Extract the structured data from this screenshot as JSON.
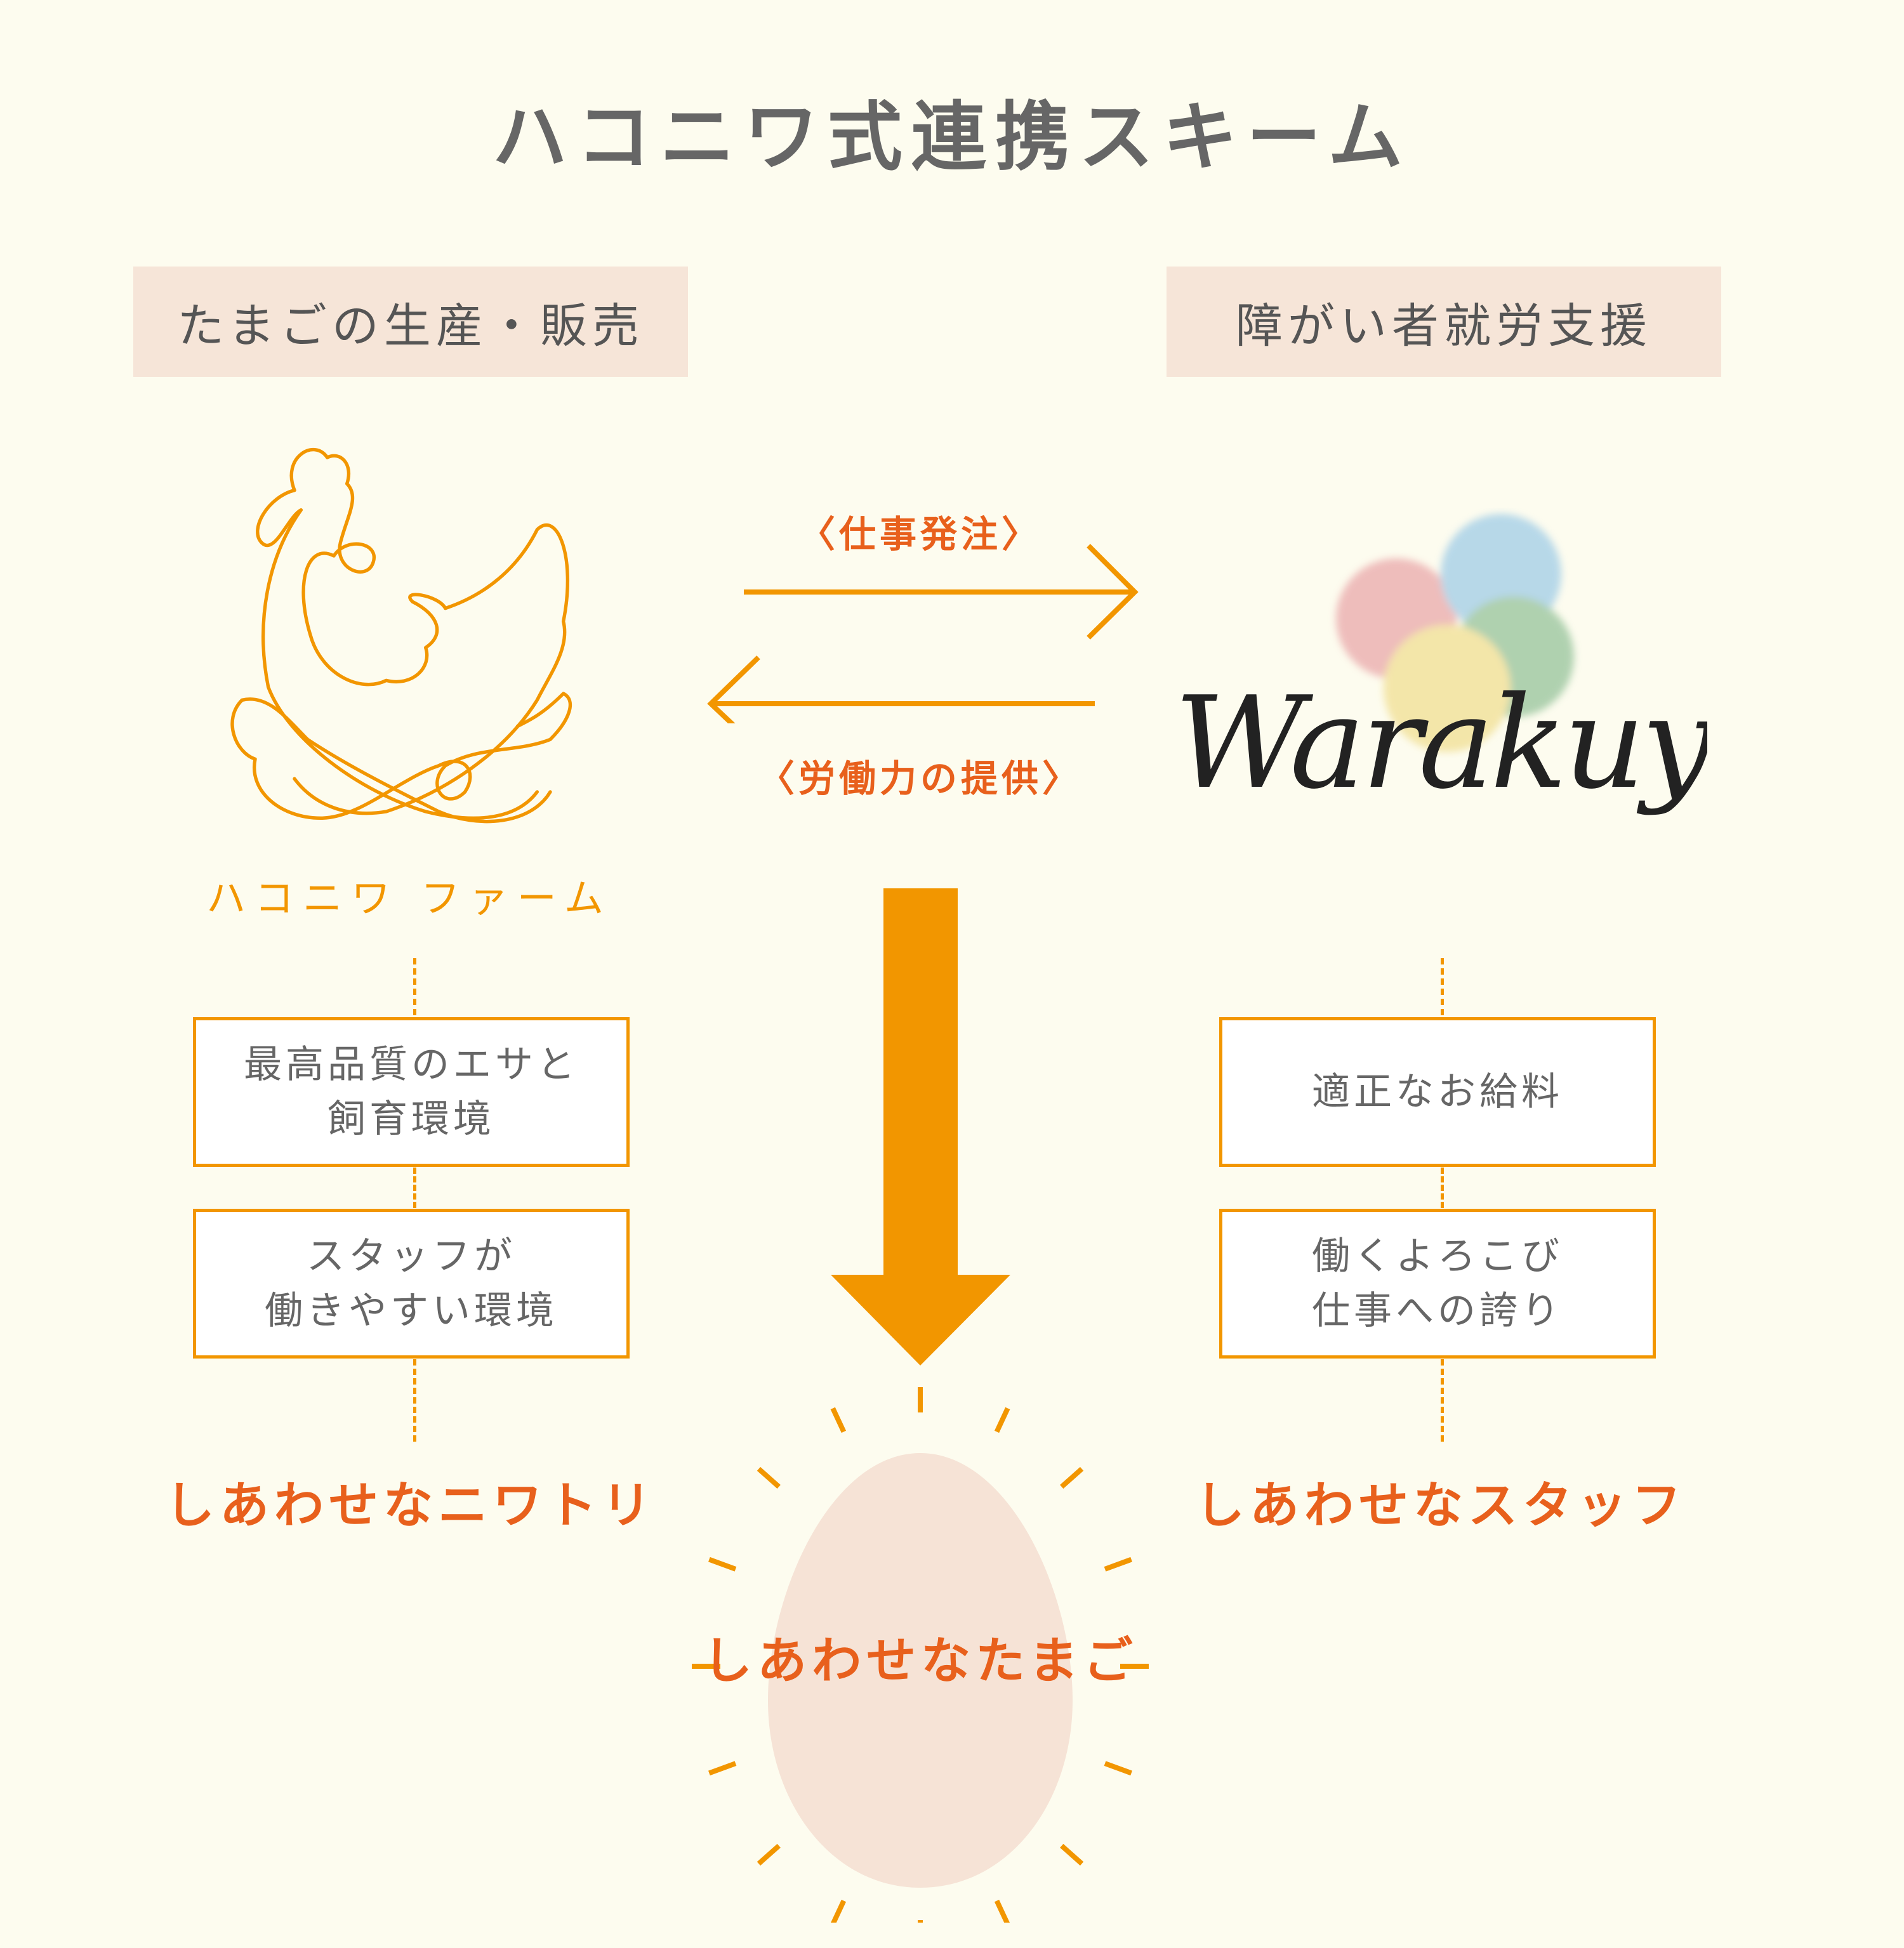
{
  "title": "ハコニワ式連携スキーム",
  "left": {
    "category": "たまごの生産・販売",
    "logo_name": "ハコニワ ファーム",
    "boxes": [
      {
        "line1": "最高品質のエサと",
        "line2": "飼育環境"
      },
      {
        "line1": "スタッフが",
        "line2": "働きやすい環境"
      }
    ],
    "result": "しあわせなニワトリ"
  },
  "right": {
    "category": "障がい者就労支援",
    "logo_text": "Warakuya",
    "boxes": [
      {
        "line1": "適正なお給料",
        "line2": ""
      },
      {
        "line1": "働くよろこび",
        "line2": "仕事への誇り"
      }
    ],
    "result": "しあわせなスタッフ"
  },
  "flows": {
    "to_right": "〈仕事発注〉",
    "to_left": "〈労働力の提供〉"
  },
  "center_result": "しあわせなたまご",
  "colors": {
    "orange": "#f29600",
    "accent_text": "#e8601c",
    "egg": "#f6e3d6",
    "label_bg": "#f6e5d8",
    "background": "#fdfcef"
  }
}
